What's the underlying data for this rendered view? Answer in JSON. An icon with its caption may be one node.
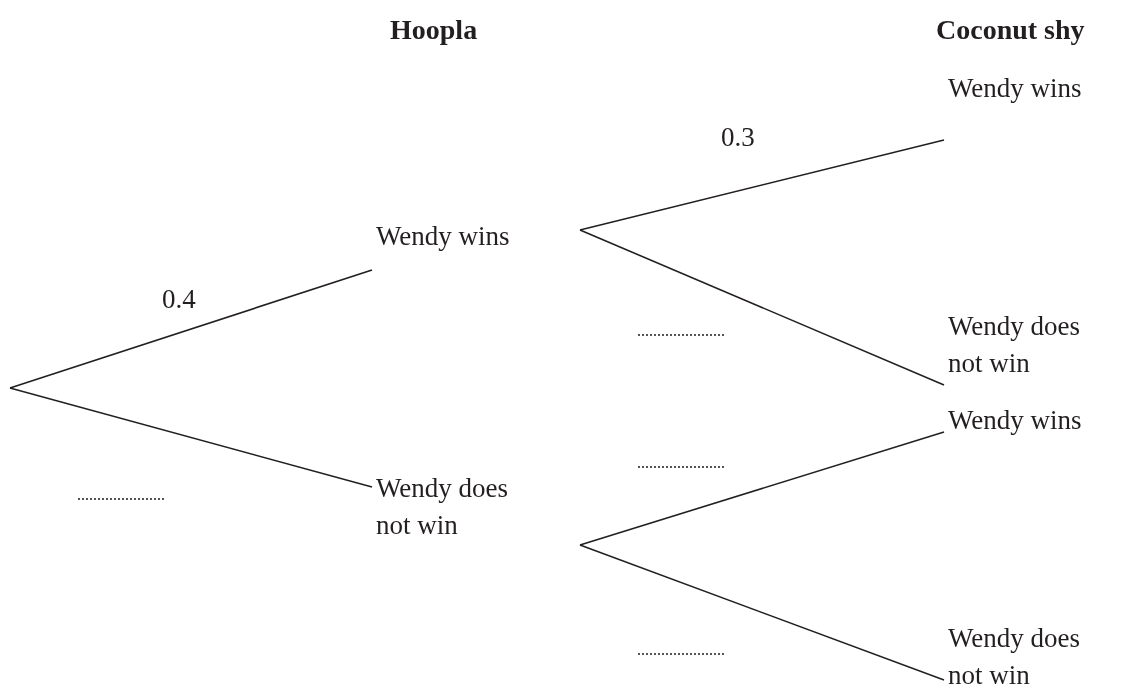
{
  "diagram": {
    "nodes": [
      {
        "text": [
          "Wendy wins"
        ]
      },
      {
        "text": [
          "Wendy does not win"
        ]
      },
      {
        "text": [
          "Wendy wins"
        ]
      },
      {
        "text": [
          "Wendy does not win"
        ]
      },
      {
        "text": [
          "Wendy wins"
        ]
      },
      {
        "text": [
          "Wendy does not win"
        ]
      }
    ],
    "edges": [
      {
        "from": null,
        "to": 0,
        "arrow": "none",
        "label": "0.4"
      },
      {
        "from": null,
        "to": 1,
        "arrow": "none"
      },
      {
        "from": 0,
        "to": 2,
        "arrow": "none",
        "label": "0.3"
      },
      {
        "from": 0,
        "to": 3,
        "arrow": "none"
      },
      {
        "from": 1,
        "to": 4,
        "arrow": "none"
      },
      {
        "from": 1,
        "to": 5,
        "arrow": "none"
      }
    ],
    "labels": [
      "Hoopla",
      "Coconut shy"
    ]
  }
}
